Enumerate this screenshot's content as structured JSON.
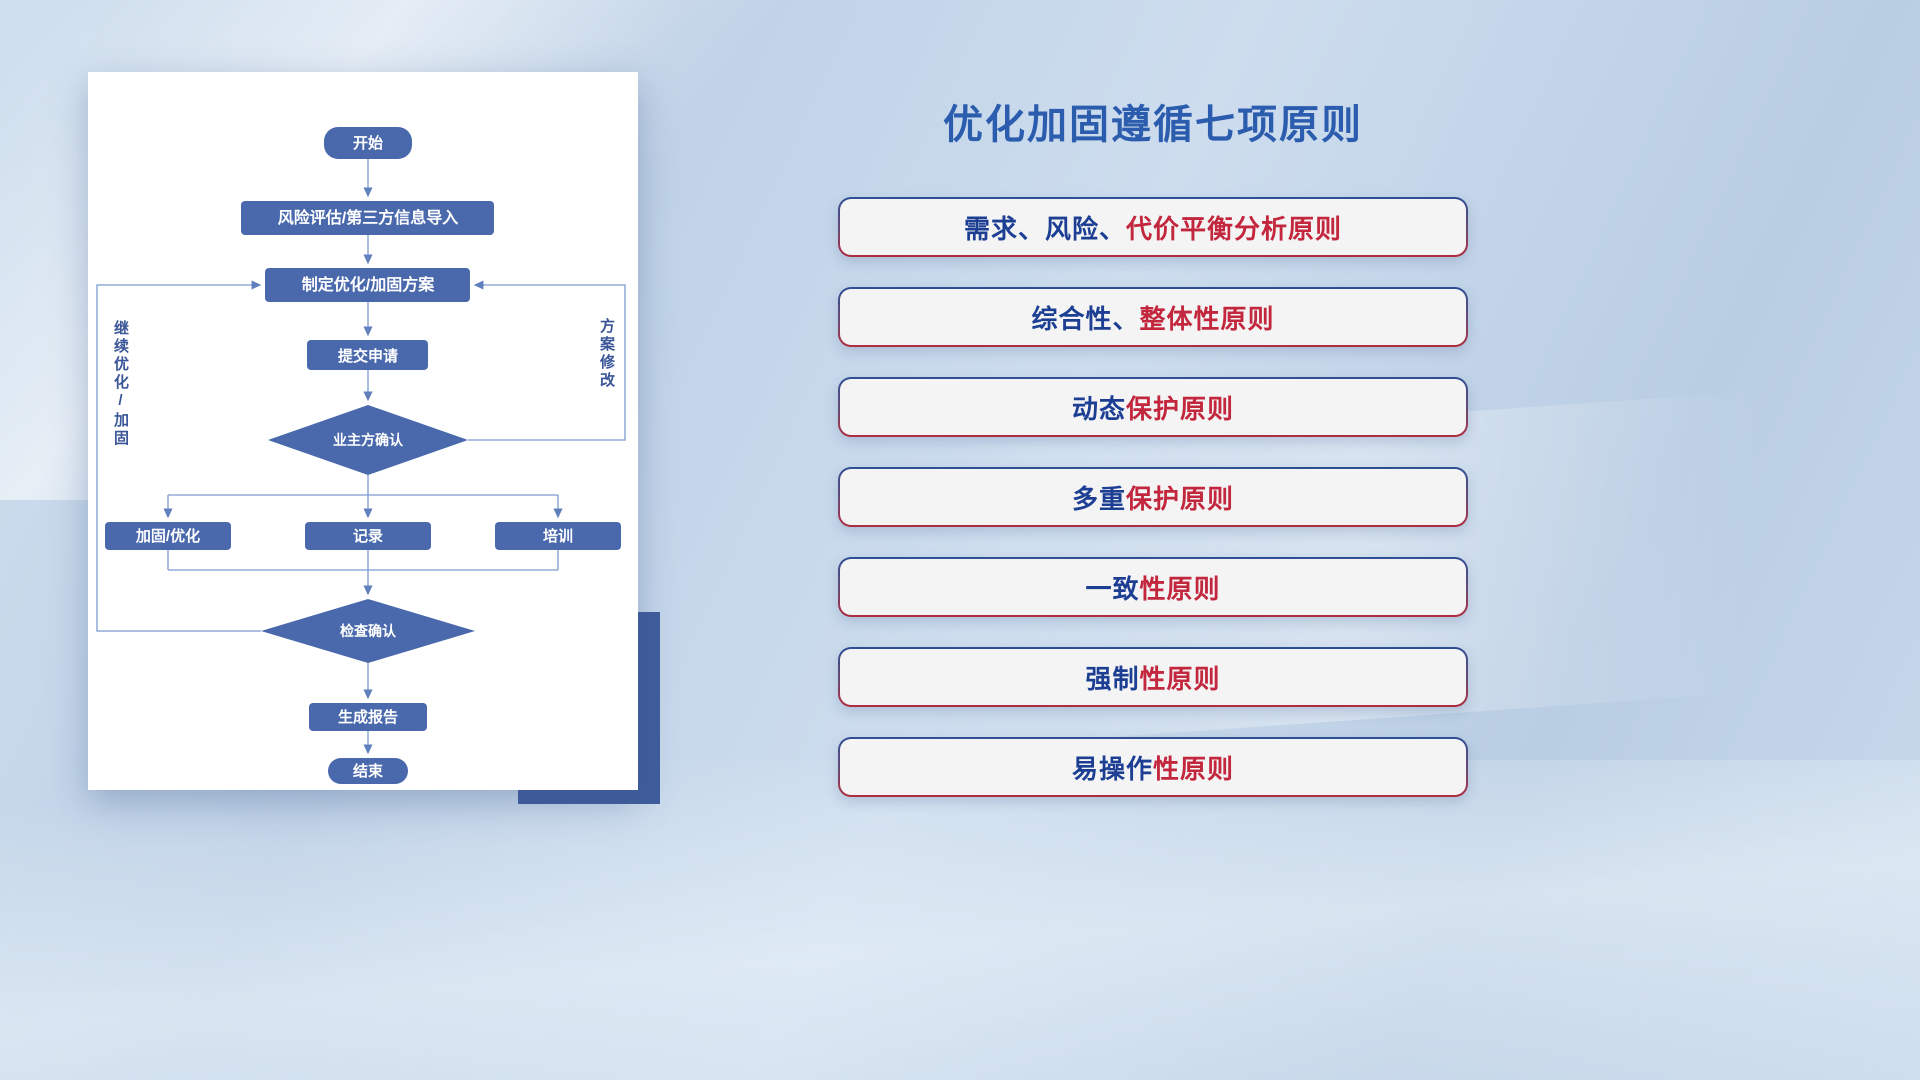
{
  "slide": {
    "title": "优化加固遵循七项原则"
  },
  "principles": [
    {
      "blue": "需求、风险、",
      "red": "代价平衡分析原则"
    },
    {
      "blue": "综合性、",
      "red": "整体性原则"
    },
    {
      "blue": "动态",
      "red": "保护原则"
    },
    {
      "blue": "多重",
      "red": "保护原则"
    },
    {
      "blue": "一致",
      "red": "性原则"
    },
    {
      "blue": "强制",
      "red": "性原则"
    },
    {
      "blue": "易操作",
      "red": "性原则"
    }
  ],
  "flow": {
    "nodes": {
      "start": "开始",
      "risk_import": "风险评估/第三方信息导入",
      "make_plan": "制定优化/加固方案",
      "submit": "提交申请",
      "owner_confirm": "业主方确认",
      "harden": "加固/优化",
      "record": "记录",
      "training": "培训",
      "check_confirm": "检查确认",
      "report": "生成报告",
      "end": "结束"
    },
    "labels": {
      "continue_loop": "继续优化/加固",
      "revise_plan": "方案修改"
    }
  },
  "colors": {
    "title_blue": "#2b5cad",
    "node_fill": "#4a69ad",
    "connector": "#7d9bd0",
    "pill_text_blue": "#1d3f93",
    "pill_text_red": "#c2273d",
    "pill_bg": "#f4f4f5",
    "accent_block": "#3f5c9c"
  }
}
